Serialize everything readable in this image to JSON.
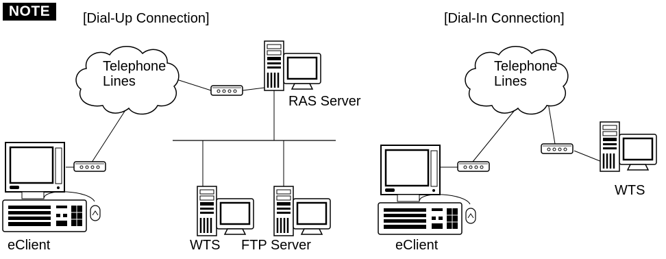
{
  "note_label": "NOTE",
  "dial_up": {
    "heading": "[Dial-Up Connection]",
    "cloud_label_line1": "Telephone",
    "cloud_label_line2": "Lines",
    "ras_server_label": "RAS Server",
    "wts_label": "WTS",
    "ftp_server_label": "FTP Server",
    "eclient_label": "eClient"
  },
  "dial_in": {
    "heading": "[Dial-In Connection]",
    "cloud_label_line1": "Telephone",
    "cloud_label_line2": "Lines",
    "wts_label": "WTS",
    "eclient_label": "eClient"
  }
}
